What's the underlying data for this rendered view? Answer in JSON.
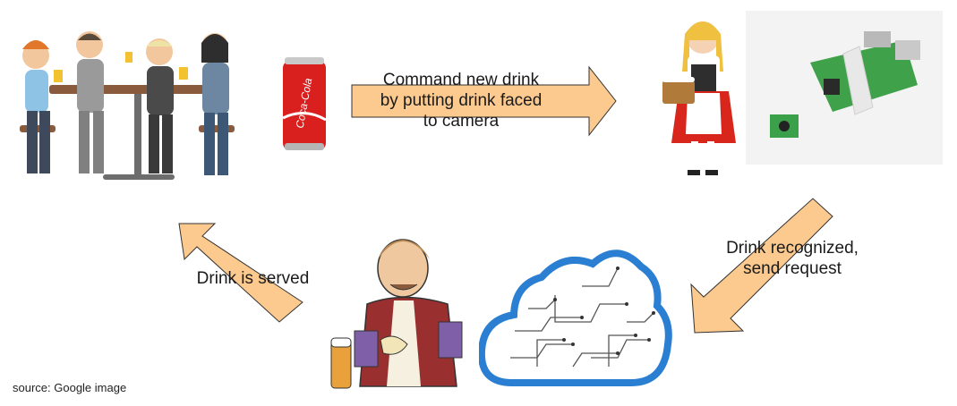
{
  "arrows": {
    "top": {
      "line1": "Command new drink",
      "line2": "by putting drink faced",
      "line3": "to camera"
    },
    "right": {
      "line1": "Drink recognized,",
      "line2": "send request"
    },
    "left": {
      "line1": "Drink is served"
    }
  },
  "can_text": "Coca-Cola",
  "footer": {
    "source": "source: Google image"
  },
  "colors": {
    "arrow_fill": "#fcc98e",
    "arrow_stroke": "#333333",
    "cloud": "#2a7fd3",
    "can": "#d9201f"
  }
}
